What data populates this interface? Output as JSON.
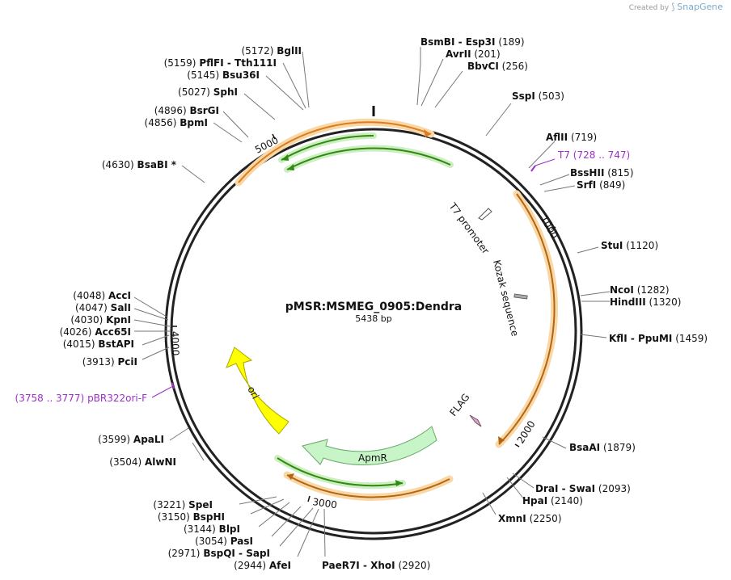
{
  "credit": {
    "prefix": "Created by",
    "brand": "SnapGene"
  },
  "plasmid": {
    "name": "pMSR:MSMEG_0905:Dendra",
    "size": "5438 bp",
    "total_bp": 5438
  },
  "ticks": [
    {
      "bp": 1000,
      "label": "1000"
    },
    {
      "bp": 2000,
      "label": "2000"
    },
    {
      "bp": 3000,
      "label": "3000"
    },
    {
      "bp": 4000,
      "label": "4000"
    },
    {
      "bp": 5000,
      "label": "5000"
    }
  ],
  "features": [
    {
      "name": "T7 promoter",
      "bp": 729
    },
    {
      "name": "Kozak sequence",
      "bp": 1300
    },
    {
      "name": "FLAG",
      "bp": 1785
    },
    {
      "name": "ApmR",
      "bp": 2560
    },
    {
      "name": "ori",
      "bp": 3540
    }
  ],
  "enzymes": [
    {
      "name": "BsmBI",
      "name2": "Esp3I",
      "pos": "(189)"
    },
    {
      "name": "AvrII",
      "pos": "(201)"
    },
    {
      "name": "BbvCI",
      "pos": "(256)"
    },
    {
      "name": "SspI",
      "pos": "(503)"
    },
    {
      "name": "AflII",
      "pos": "(719)"
    },
    {
      "name": "T7",
      "pos": "(728 .. 747)",
      "primer": true
    },
    {
      "name": "BssHII",
      "pos": "(815)"
    },
    {
      "name": "SrfI",
      "pos": "(849)"
    },
    {
      "name": "StuI",
      "pos": "(1120)"
    },
    {
      "name": "NcoI",
      "pos": "(1282)"
    },
    {
      "name": "HindIII",
      "pos": "(1320)"
    },
    {
      "name": "KflI",
      "name2": "PpuMI",
      "pos": "(1459)"
    },
    {
      "name": "BsaAI",
      "pos": "(1879)"
    },
    {
      "name": "DraI",
      "name2": "SwaI",
      "pos": "(2093)"
    },
    {
      "name": "HpaI",
      "pos": "(2140)"
    },
    {
      "name": "XmnI",
      "pos": "(2250)"
    },
    {
      "name": "PaeR7I",
      "name2": "XhoI",
      "pos": "(2920)"
    },
    {
      "name": "AfeI",
      "pos": "(2944)"
    },
    {
      "name": "BspQI",
      "name2": "SapI",
      "pos": "(2971)"
    },
    {
      "name": "PasI",
      "pos": "(3054)"
    },
    {
      "name": "BlpI",
      "pos": "(3144)"
    },
    {
      "name": "BspHI",
      "pos": "(3150)"
    },
    {
      "name": "SpeI",
      "pos": "(3221)"
    },
    {
      "name": "AlwNI",
      "pos": "(3504)"
    },
    {
      "name": "ApaLI",
      "pos": "(3599)"
    },
    {
      "name": "pBR322ori-F",
      "pos": "(3758 .. 3777)",
      "primer": true
    },
    {
      "name": "PciI",
      "pos": "(3913)"
    },
    {
      "name": "BstAPI",
      "pos": "(4015)"
    },
    {
      "name": "Acc65I",
      "pos": "(4026)"
    },
    {
      "name": "KpnI",
      "pos": "(4030)"
    },
    {
      "name": "SalI",
      "pos": "(4047)"
    },
    {
      "name": "AccI",
      "pos": "(4048)"
    },
    {
      "name": "BsaBI *",
      "pos": "(4630)"
    },
    {
      "name": "BpmI",
      "pos": "(4856)"
    },
    {
      "name": "BsrGI",
      "pos": "(4896)"
    },
    {
      "name": "SphI",
      "pos": "(5027)"
    },
    {
      "name": "Bsu36I",
      "pos": "(5145)"
    },
    {
      "name": "PflFI",
      "name2": "Tth111I",
      "pos": "(5159)"
    },
    {
      "name": "BglII",
      "pos": "(5172)"
    }
  ]
}
